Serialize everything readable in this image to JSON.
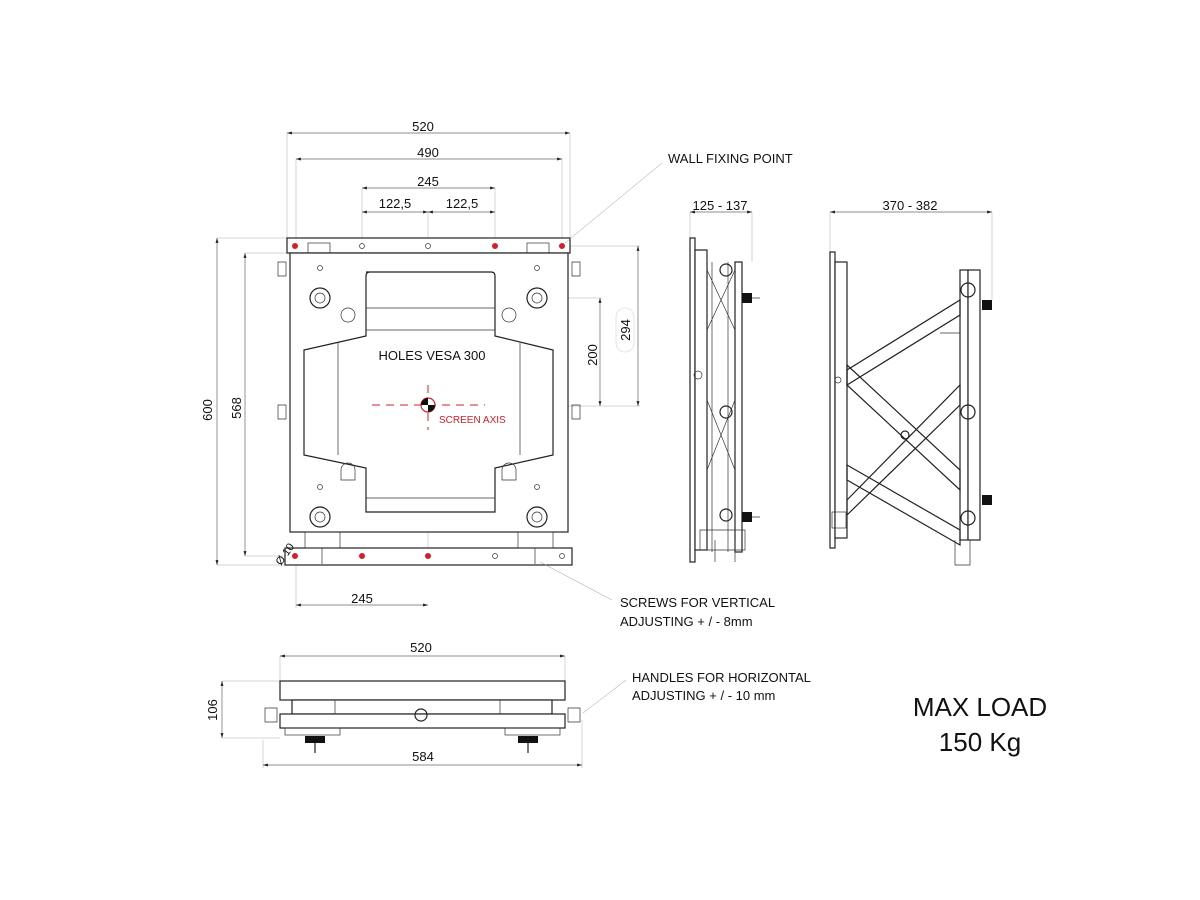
{
  "dimensions": {
    "front_width_outer": "520",
    "front_width_holes": "490",
    "front_vesa_width": "245",
    "front_half_left": "122,5",
    "front_half_right": "122,5",
    "front_height_outer": "600",
    "front_height_inner": "568",
    "axis_height_294": "294",
    "axis_height_200": "200",
    "bottom_offset": "245",
    "hole_diameter": "Ø 10",
    "side_depth_min": "125 - 137",
    "side_depth_max": "370 - 382",
    "bottom_width_520": "520",
    "bottom_width_584": "584",
    "bottom_height": "106"
  },
  "labels": {
    "vesa": "HOLES VESA 300",
    "screen_axis": "SCREEN AXIS",
    "wall_fixing": "WALL FIXING POINT",
    "screws_line1": "SCREWS FOR VERTICAL",
    "screws_line2": "ADJUSTING + / - 8mm",
    "handles_line1": "HANDLES FOR HORIZONTAL",
    "handles_line2": "ADJUSTING + / - 10 mm",
    "max_load_line1": "MAX LOAD",
    "max_load_line2": "150 Kg"
  },
  "colors": {
    "accent": "#d0202a",
    "line": "#222222"
  }
}
